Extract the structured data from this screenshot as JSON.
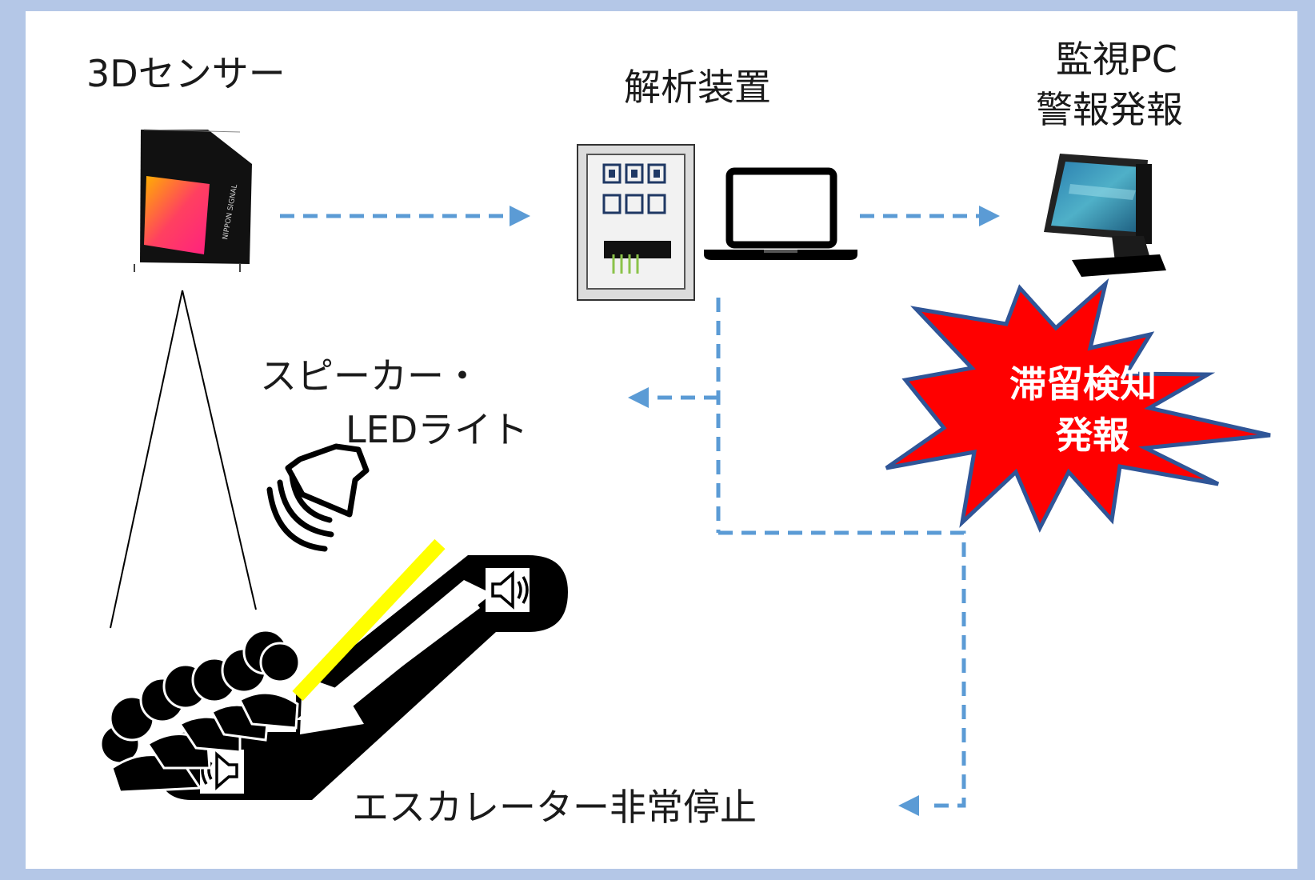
{
  "labels": {
    "sensor": "3Dセンサー",
    "analyzer": "解析装置",
    "monitor_line1": "監視PC",
    "monitor_line2": "警報発報",
    "speaker_line1": "スピーカー・",
    "speaker_line2": "LEDライト",
    "escalator": "エスカレーター非常停止",
    "alert_line1": "滞留検知",
    "alert_line2": "発報"
  },
  "sensor_brand": "NIPPON SIGNAL",
  "icons": {
    "sensor": "3d-sensor-photo",
    "analyzer_box": "control-panel-icon",
    "laptop": "laptop-icon",
    "monitor": "monitor-pc-photo",
    "speaker": "speaker-icon",
    "escalator": "escalator-icon",
    "crowd": "crowd-icon",
    "alert": "burst-icon"
  },
  "colors": {
    "arrow": "#5b9bd5",
    "burst": "#ff0000",
    "burst_outline": "#2f5597",
    "led": "#ffff00",
    "frame": "#b4c7e7"
  }
}
